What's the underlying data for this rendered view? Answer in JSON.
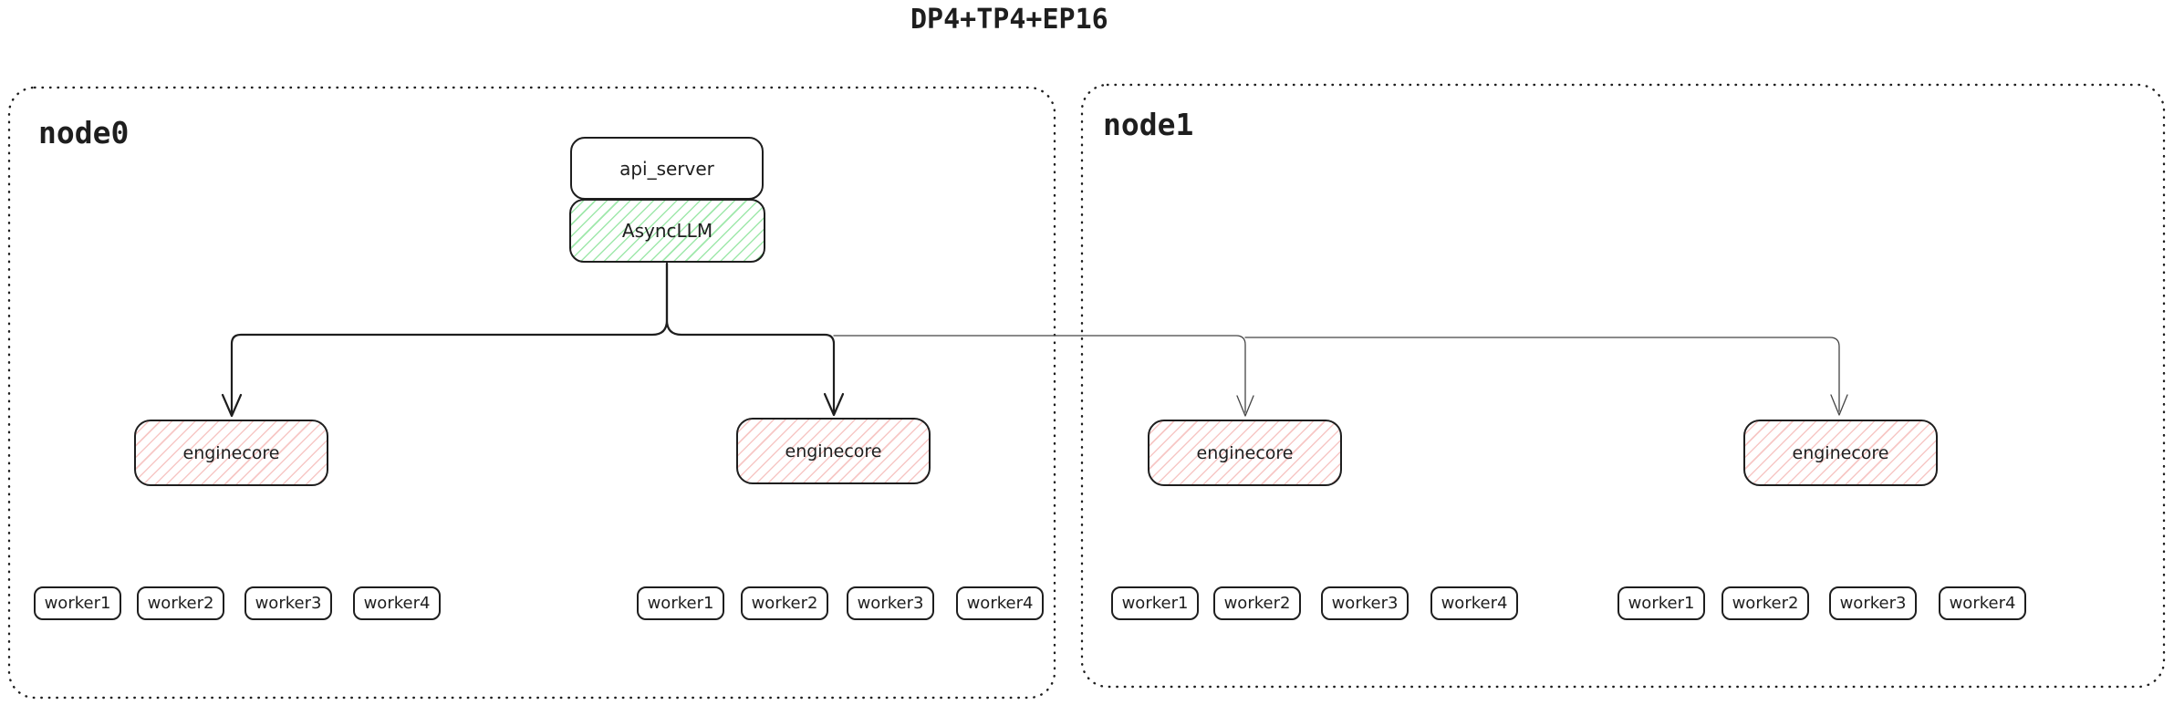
{
  "title": "DP4+TP4+EP16",
  "colors": {
    "ink": "#1e1e1e",
    "green_hatch": "#9fe8ab",
    "red_hatch": "#f7c7c5",
    "thin_line": "#444444",
    "background": "#ffffff"
  },
  "node0": {
    "label": "node0",
    "api_server_label": "api_server",
    "async_llm_label": "AsyncLLM",
    "enginecores": [
      "enginecore",
      "enginecore"
    ],
    "worker_groups": [
      [
        "worker1",
        "worker2",
        "worker3",
        "worker4"
      ],
      [
        "worker1",
        "worker2",
        "worker3",
        "worker4"
      ]
    ]
  },
  "node1": {
    "label": "node1",
    "enginecores": [
      "enginecore",
      "enginecore"
    ],
    "worker_groups": [
      [
        "worker1",
        "worker2",
        "worker3",
        "worker4"
      ],
      [
        "worker1",
        "worker2",
        "worker3",
        "worker4"
      ]
    ]
  }
}
